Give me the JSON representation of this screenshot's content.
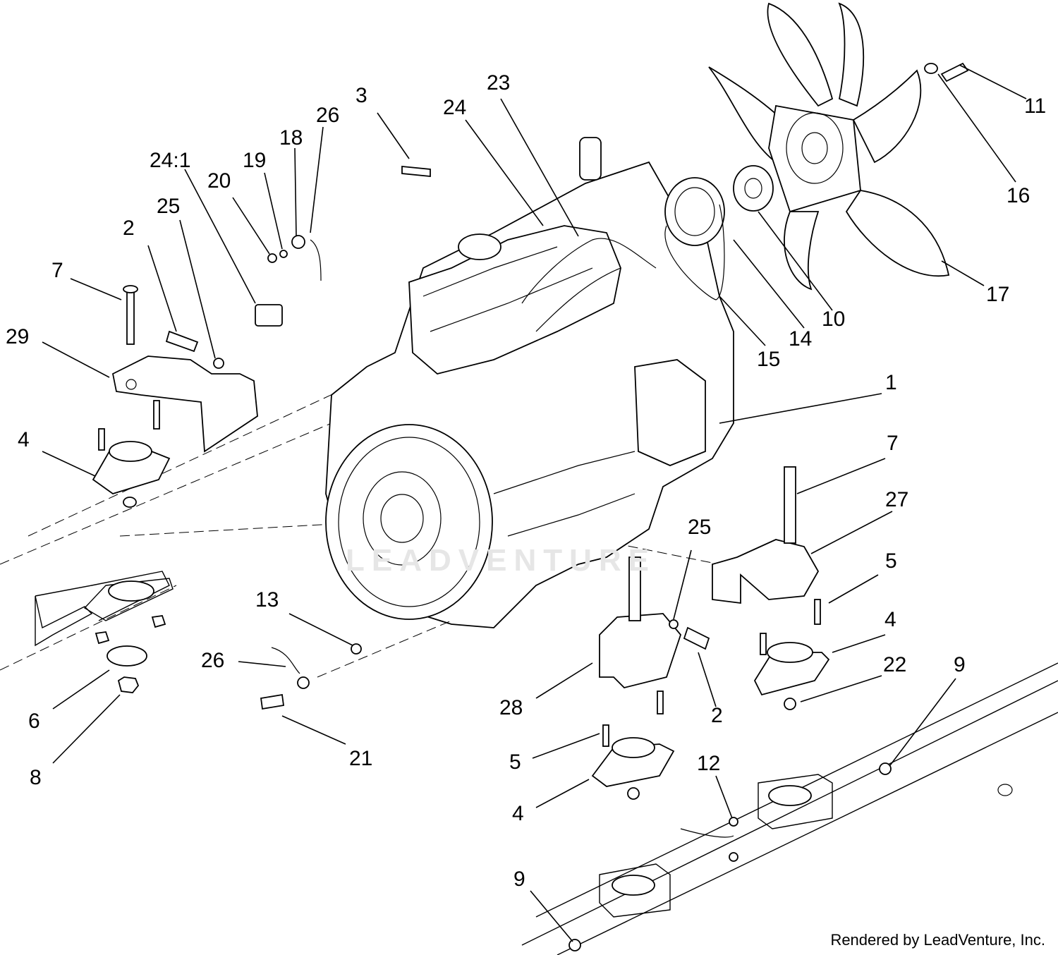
{
  "callouts": [
    {
      "id": "c1",
      "label": "1"
    },
    {
      "id": "c2a",
      "label": "2"
    },
    {
      "id": "c2b",
      "label": "2"
    },
    {
      "id": "c3",
      "label": "3"
    },
    {
      "id": "c4a",
      "label": "4"
    },
    {
      "id": "c4b",
      "label": "4"
    },
    {
      "id": "c4c",
      "label": "4"
    },
    {
      "id": "c5a",
      "label": "5"
    },
    {
      "id": "c5b",
      "label": "5"
    },
    {
      "id": "c6",
      "label": "6"
    },
    {
      "id": "c7a",
      "label": "7"
    },
    {
      "id": "c7b",
      "label": "7"
    },
    {
      "id": "c8",
      "label": "8"
    },
    {
      "id": "c9a",
      "label": "9"
    },
    {
      "id": "c9b",
      "label": "9"
    },
    {
      "id": "c10",
      "label": "10"
    },
    {
      "id": "c11",
      "label": "11"
    },
    {
      "id": "c12",
      "label": "12"
    },
    {
      "id": "c13",
      "label": "13"
    },
    {
      "id": "c14",
      "label": "14"
    },
    {
      "id": "c15",
      "label": "15"
    },
    {
      "id": "c16",
      "label": "16"
    },
    {
      "id": "c17",
      "label": "17"
    },
    {
      "id": "c18",
      "label": "18"
    },
    {
      "id": "c19",
      "label": "19"
    },
    {
      "id": "c20",
      "label": "20"
    },
    {
      "id": "c21",
      "label": "21"
    },
    {
      "id": "c22",
      "label": "22"
    },
    {
      "id": "c23",
      "label": "23"
    },
    {
      "id": "c24",
      "label": "24"
    },
    {
      "id": "c24_1",
      "label": "24:1"
    },
    {
      "id": "c25a",
      "label": "25"
    },
    {
      "id": "c25b",
      "label": "25"
    },
    {
      "id": "c26a",
      "label": "26"
    },
    {
      "id": "c26b",
      "label": "26"
    },
    {
      "id": "c27",
      "label": "27"
    },
    {
      "id": "c28",
      "label": "28"
    },
    {
      "id": "c29",
      "label": "29"
    }
  ],
  "watermark": "LEADVENTURE",
  "credit": "Rendered by LeadVenture, Inc."
}
